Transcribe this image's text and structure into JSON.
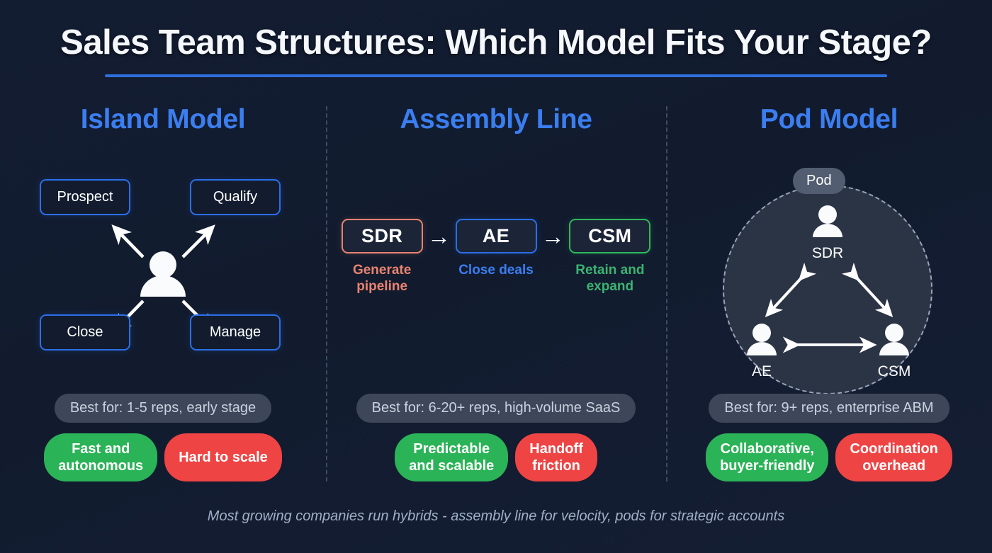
{
  "title": "Sales Team Structures: Which Model Fits Your Stage?",
  "footer": "Most growing companies run hybrids - assembly line for velocity, pods for strategic accounts",
  "colors": {
    "background": "#121c30",
    "accent_blue": "#3b7ef0",
    "rule_blue": "#2f6fdc",
    "border_blue": "#2b6fe8",
    "salmon": "#e8836f",
    "green": "#2eb85c",
    "pro_green": "#2bb357",
    "con_red": "#ef4444",
    "pill_gray": "#3d4759",
    "pod_circle": "#2b3445",
    "pod_badge": "#525d71"
  },
  "columns": [
    {
      "id": "island",
      "title": "Island Model",
      "center_icon": "person-icon",
      "nodes": [
        {
          "label": "Prospect",
          "position": "top-left"
        },
        {
          "label": "Qualify",
          "position": "top-right"
        },
        {
          "label": "Close",
          "position": "bottom-left"
        },
        {
          "label": "Manage",
          "position": "bottom-right"
        }
      ],
      "best_for": "Best for: 1-5 reps, early stage",
      "tags": [
        {
          "text": "Fast and\nautonomous",
          "type": "pro"
        },
        {
          "text": "Hard to scale",
          "type": "con"
        }
      ]
    },
    {
      "id": "assembly",
      "title": "Assembly Line",
      "arrow_glyph": "→",
      "stages": [
        {
          "role": "SDR",
          "caption": "Generate\npipeline",
          "color": "#e8836f"
        },
        {
          "role": "AE",
          "caption": "Close\ndeals",
          "color": "#2b6fe8"
        },
        {
          "role": "CSM",
          "caption": "Retain and\nexpand",
          "color": "#2eb85c"
        }
      ],
      "best_for": "Best for: 6-20+ reps, high-volume SaaS",
      "tags": [
        {
          "text": "Predictable\nand scalable",
          "type": "pro"
        },
        {
          "text": "Handoff\nfriction",
          "type": "con"
        }
      ]
    },
    {
      "id": "pod",
      "title": "Pod Model",
      "badge": "Pod",
      "members": [
        {
          "label": "SDR",
          "position": "top"
        },
        {
          "label": "AE",
          "position": "bottom-left"
        },
        {
          "label": "CSM",
          "position": "bottom-right"
        }
      ],
      "best_for": "Best for: 9+ reps, enterprise ABM",
      "tags": [
        {
          "text": "Collaborative,\nbuyer-friendly",
          "type": "pro"
        },
        {
          "text": "Coordination\noverhead",
          "type": "con"
        }
      ]
    }
  ]
}
